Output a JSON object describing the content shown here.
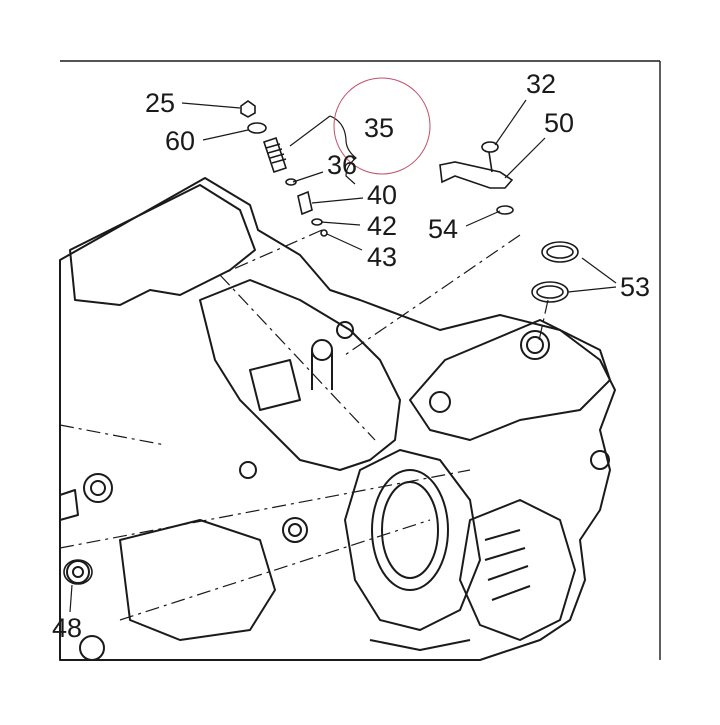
{
  "diagram": {
    "callouts": [
      {
        "id": "c25",
        "text": "25"
      },
      {
        "id": "c60",
        "text": "60"
      },
      {
        "id": "c35",
        "text": "35"
      },
      {
        "id": "c36",
        "text": "36"
      },
      {
        "id": "c40",
        "text": "40"
      },
      {
        "id": "c42",
        "text": "42"
      },
      {
        "id": "c43",
        "text": "43"
      },
      {
        "id": "c32",
        "text": "32"
      },
      {
        "id": "c50",
        "text": "50"
      },
      {
        "id": "c54",
        "text": "54"
      },
      {
        "id": "c53",
        "text": "53"
      },
      {
        "id": "c48",
        "text": "48"
      }
    ],
    "highlight_color": "#c0506a",
    "line_color": "#1a1a1a"
  }
}
